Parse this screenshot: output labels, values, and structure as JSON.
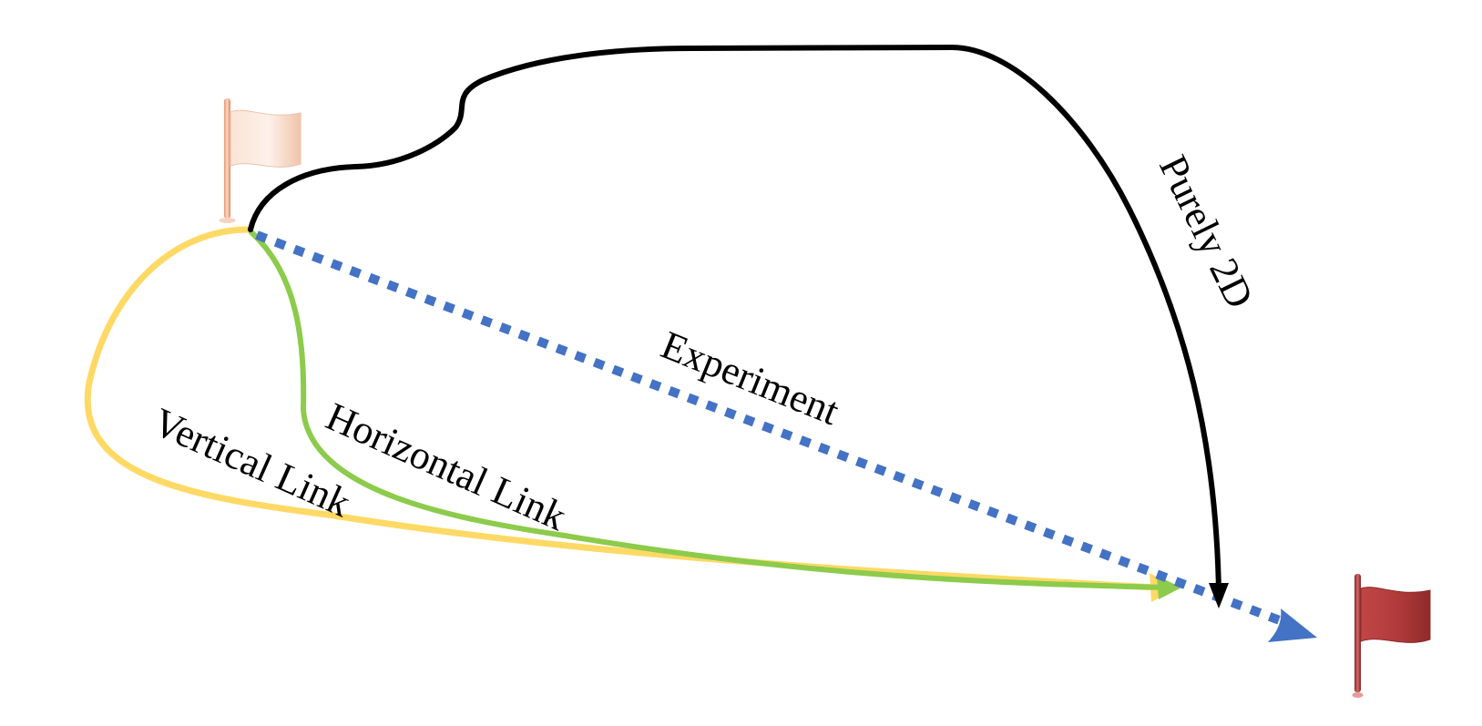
{
  "labels": {
    "purely_2d": "Purely 2D",
    "experiment": "Experiment",
    "horizontal_link": "Horizontal Link",
    "vertical_link": "Vertical Link"
  },
  "colors": {
    "purely_2d": "#000000",
    "experiment": "#4472C4",
    "horizontal_link": "#8CCB4B",
    "vertical_link": "#FFD965",
    "start_flag": "#F4C6A8",
    "end_flag": "#B03A3A"
  },
  "icons": {
    "start": "start-flag-icon",
    "end": "end-flag-icon"
  }
}
